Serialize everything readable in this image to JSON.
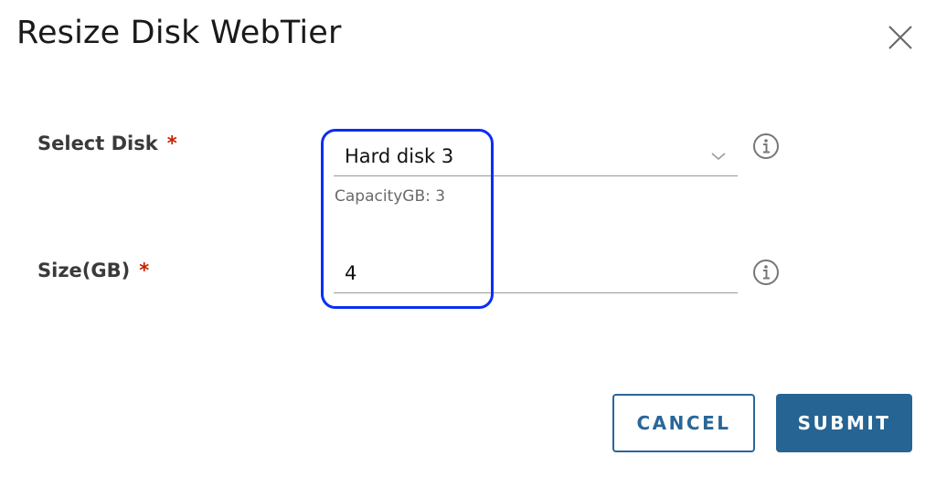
{
  "dialog": {
    "title": "Resize Disk WebTier",
    "close_icon": "close-icon"
  },
  "form": {
    "select_disk": {
      "label": "Select Disk",
      "required_marker": "*",
      "value": "Hard disk 3",
      "helper": "CapacityGB: 3",
      "icon": "info-icon"
    },
    "size": {
      "label": "Size(GB)",
      "required_marker": "*",
      "value": "4",
      "icon": "info-icon"
    }
  },
  "footer": {
    "cancel_label": "CANCEL",
    "submit_label": "SUBMIT"
  },
  "colors": {
    "primary": "#266493",
    "required": "#c92100",
    "highlight": "#0a2ef5"
  }
}
